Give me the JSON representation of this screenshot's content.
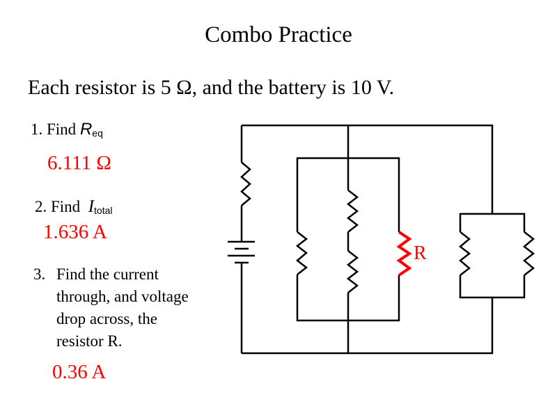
{
  "slide": {
    "title": "Combo Practice",
    "given": "Each resistor is 5 Ω, and the battery is 10 V."
  },
  "questions": [
    {
      "number": "1.",
      "prefix": "Find ",
      "variable": "R",
      "subscript": "eq",
      "answer": "6.111 Ω"
    },
    {
      "number": "2.",
      "prefix": "Find ",
      "variable": "I",
      "subscript": "total",
      "answer": "1.636 A"
    },
    {
      "number": "3.",
      "lines": [
        "Find the current",
        "through, and voltage",
        "drop across, the",
        "resistor R."
      ],
      "answer": "0.36 A"
    }
  ],
  "circuit": {
    "highlighted_resistor_label": "R",
    "components": [
      {
        "type": "battery",
        "branch": "outer-left"
      },
      {
        "type": "resistor",
        "branch": "outer-left",
        "value_ohm": 5
      },
      {
        "type": "resistor",
        "branch": "inner-left",
        "value_ohm": 5
      },
      {
        "type": "resistor",
        "branch": "middle",
        "value_ohm": 5
      },
      {
        "type": "resistor",
        "branch": "middle",
        "value_ohm": 5
      },
      {
        "type": "resistor",
        "branch": "inner-right",
        "value_ohm": 5,
        "label": "R",
        "highlighted": true
      },
      {
        "type": "resistor",
        "branch": "right-parallel-left",
        "value_ohm": 5
      },
      {
        "type": "resistor",
        "branch": "right-parallel-right",
        "value_ohm": 5
      }
    ]
  },
  "colors": {
    "text": "#000000",
    "answer": "#ff0000",
    "wire": "#000000",
    "highlight": "#ff0000"
  }
}
